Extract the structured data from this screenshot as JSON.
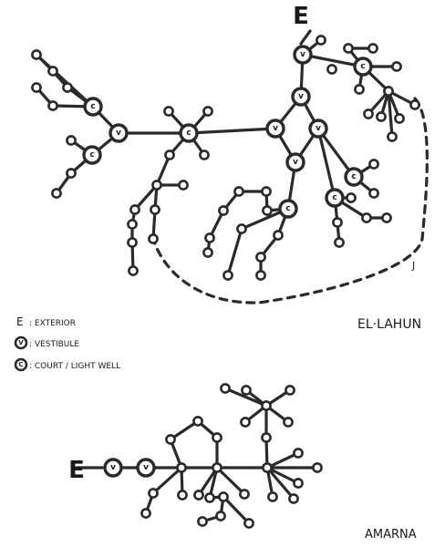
{
  "legend": {
    "exterior_key": "E",
    "exterior_label": ": EXTERIOR",
    "vestibule_key": "V",
    "vestibule_label": ": VESTIBULE",
    "court_key": "C",
    "court_label": ": COURT / LIGHT WELL"
  },
  "el_lahun": {
    "title": "EL·LAHUN",
    "entrance_label": "E",
    "junction_label": "J"
  },
  "amarna": {
    "title": "AMARNA",
    "entrance_label": "E"
  },
  "node_letters": {
    "vestibule": "v",
    "court": "c"
  }
}
